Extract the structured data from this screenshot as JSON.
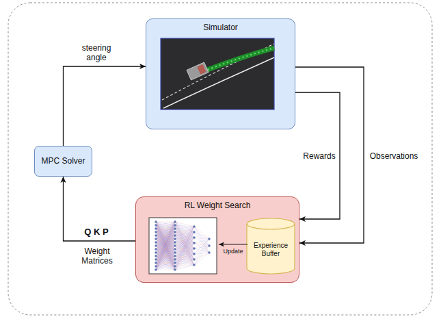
{
  "diagram": {
    "nodes": [
      {
        "text": [
          "Simulator"
        ]
      },
      {
        "text": [
          "MPC Solver"
        ]
      },
      {
        "text": [
          "RL Weight Search"
        ]
      },
      {
        "text": [
          "Experience Buffer"
        ],
        "in": 2
      }
    ],
    "edges": [
      {
        "from": 1,
        "to": 0,
        "label": "steering angle",
        "arrow": "to"
      },
      {
        "from": 0,
        "to": 2,
        "label": "Rewards",
        "arrow": "to"
      },
      {
        "from": 0,
        "to": 2,
        "label": "Observations",
        "arrow": "to"
      },
      {
        "from": 2,
        "to": 1,
        "label": "Q K P",
        "arrow": "to"
      }
    ],
    "labels": [
      "Weight Matrices",
      "Update"
    ]
  }
}
